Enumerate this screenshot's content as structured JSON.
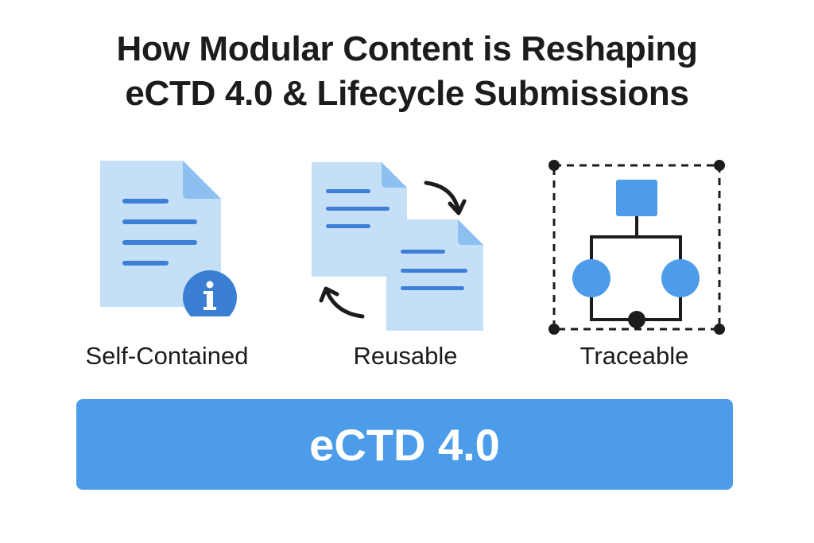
{
  "title": {
    "line1": "How Modular Content is Reshaping",
    "line2": "eCTD 4.0 & Lifecycle Submissions"
  },
  "features": [
    {
      "label": "Self-Contained",
      "icon": "document-info-icon"
    },
    {
      "label": "Reusable",
      "icon": "documents-cycle-icon"
    },
    {
      "label": "Traceable",
      "icon": "hierarchy-diagram-icon"
    }
  ],
  "banner": {
    "label": "eCTD 4.0"
  },
  "colors": {
    "doc_fill": "#c5dff7",
    "doc_fold": "#8cc0f0",
    "doc_lines": "#3d7fd6",
    "accent": "#4c9ce9",
    "info_badge": "#3a7fd4",
    "ink": "#1c1c1c"
  }
}
